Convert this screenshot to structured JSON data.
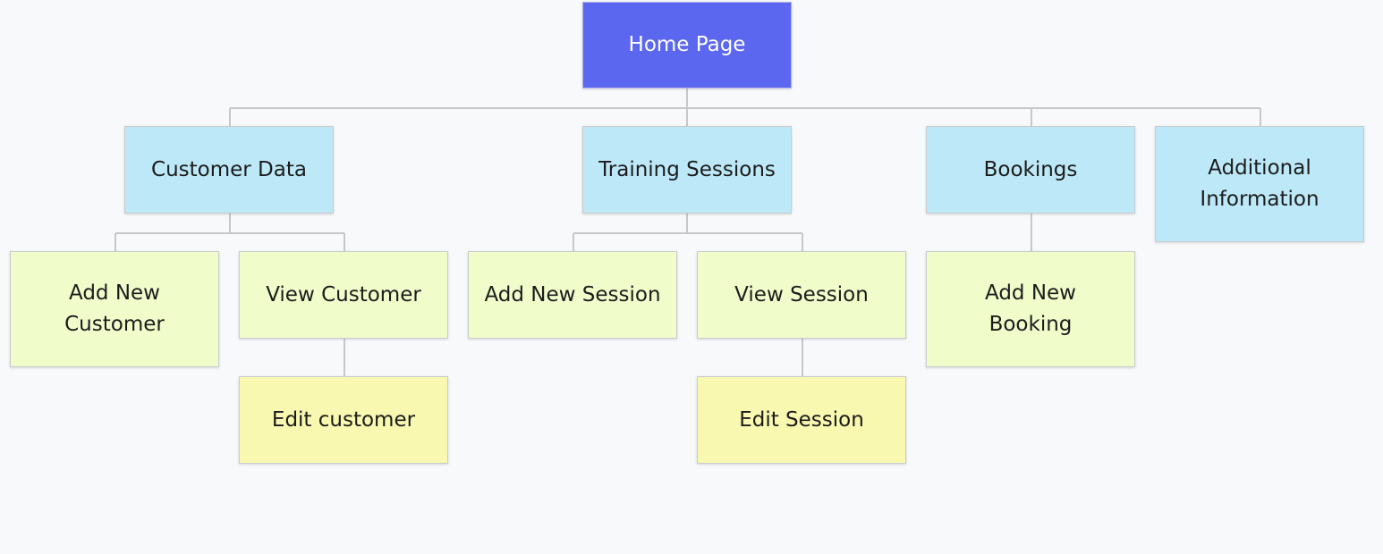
{
  "diagram": {
    "root": {
      "label": "Home Page"
    },
    "sections": {
      "customer_data": {
        "label": "Customer Data",
        "children": {
          "add_new_customer": "Add New\nCustomer",
          "view_customer": "View Customer",
          "edit_customer": "Edit customer"
        }
      },
      "training_sessions": {
        "label": "Training Sessions",
        "children": {
          "add_new_session": "Add New Session",
          "view_session": "View Session",
          "edit_session": "Edit Session"
        }
      },
      "bookings": {
        "label": "Bookings",
        "children": {
          "add_new_booking": "Add New\nBooking"
        }
      },
      "additional_information": {
        "label": "Additional\nInformation"
      }
    },
    "colors": {
      "root": "#5c67f0",
      "level1": "#bde8f7",
      "level2": "#f0fcca",
      "level3": "#f8f8b0",
      "connector": "#c6c8cc",
      "background": "#f8f9fb"
    }
  }
}
